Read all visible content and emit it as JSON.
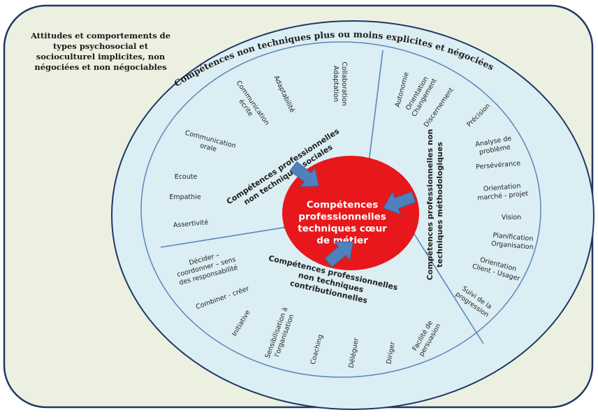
{
  "corner_note": [
    "Attitudes et comportements de",
    "types psychosocial et",
    "socioculturel implicites, non",
    "négociées et non négociables"
  ],
  "outer_title": "Compétences non techniques plus ou moins explicites et négociées",
  "core_lines": [
    "Compétences",
    "professionnelles",
    "techniques cœur",
    "de métier"
  ],
  "sections": {
    "sociales": [
      "Compétences professionnelles",
      "non techniques sociales"
    ],
    "methodologiques": [
      "Compétences professionnelles non",
      "techniques méthodologiques"
    ],
    "contributionnelles": [
      "Compétences professionnelles",
      "non techniques",
      "contributionnelles"
    ]
  },
  "skills": {
    "sociales": [
      [
        "Collaboration",
        "Adaptation"
      ],
      [
        "Adaptabilité"
      ],
      [
        "Communication",
        "écrite"
      ],
      [
        "Communication",
        "orale"
      ],
      [
        "Ecoute"
      ],
      [
        "Empathie"
      ],
      [
        "Assertivité"
      ]
    ],
    "methodologiques": [
      [
        "Autonomie"
      ],
      [
        "Orientation",
        "Changement"
      ],
      [
        "Discernement"
      ],
      [
        "Précision"
      ],
      [
        "Analyse de",
        "problème"
      ],
      [
        "Persévérance"
      ],
      [
        "Orientation",
        "marché - projet"
      ],
      [
        "Vision"
      ],
      [
        "Planification",
        "Organisation"
      ],
      [
        "Orientation",
        "Client - Usager"
      ],
      [
        "Suivi de la",
        "progression"
      ]
    ],
    "contributionnelles": [
      [
        "Décider –",
        "coordonner – sens",
        "des responsabilité"
      ],
      [
        "Combiner - créer"
      ],
      [
        "Initiative"
      ],
      [
        "Sensibilisation à",
        "l'organisation"
      ],
      [
        "Coaching"
      ],
      [
        "Déléguer"
      ],
      [
        "Diriger"
      ],
      [
        "Facilité de",
        "persuasion"
      ]
    ]
  },
  "colors": {
    "background_panel": "#ecf0e1",
    "panel_border": "#1f3864",
    "outer_ring": "#dbeef4",
    "ring_stroke": "#5b86b8",
    "core": "#e8171b",
    "arrow": "#4f81bd"
  }
}
